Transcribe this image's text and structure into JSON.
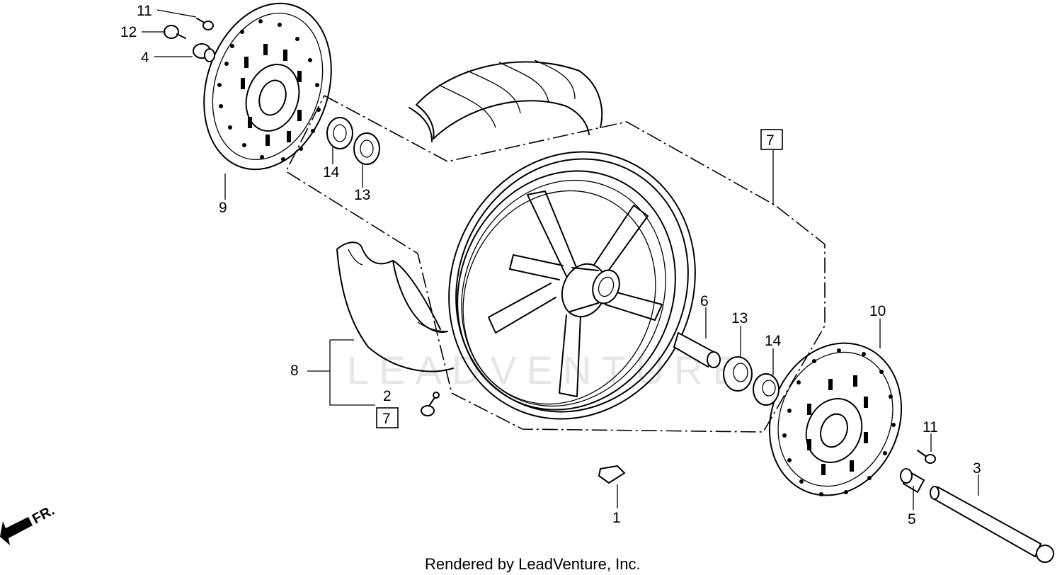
{
  "watermark": "LEADVENTURE",
  "footer": "Rendered by LeadVenture, Inc.",
  "direction_label": "FR.",
  "callouts": {
    "c1": "1",
    "c2": "2",
    "c3": "3",
    "c4": "4",
    "c5": "5",
    "c6": "6",
    "c7a": "7",
    "c7b": "7",
    "c8": "8",
    "c9": "9",
    "c10": "10",
    "c11a": "11",
    "c11b": "11",
    "c12": "12",
    "c13a": "13",
    "c13b": "13",
    "c14a": "14",
    "c14b": "14"
  }
}
